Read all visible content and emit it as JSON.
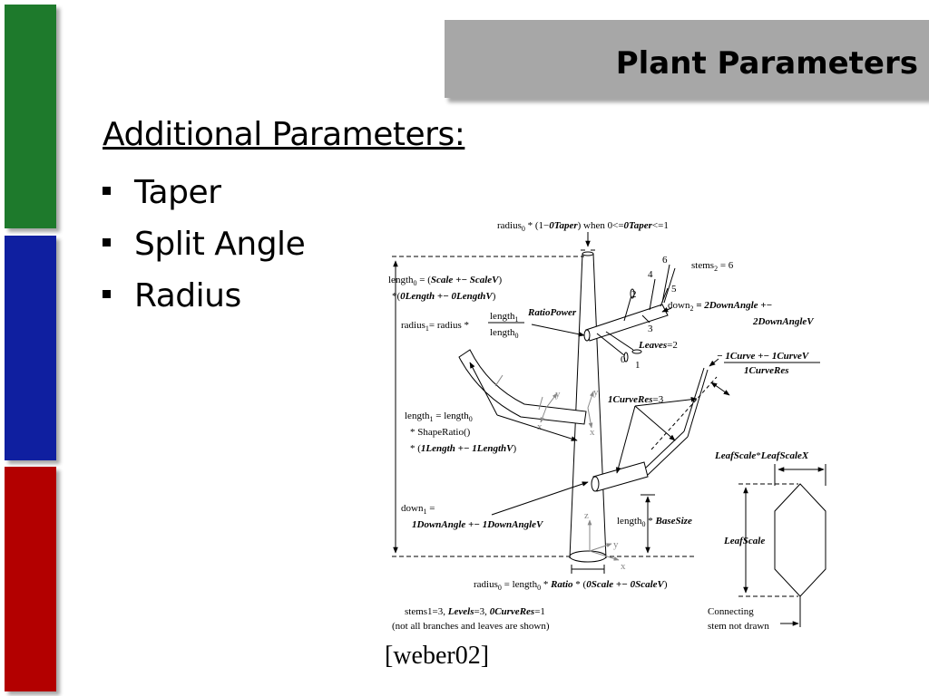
{
  "slide": {
    "title": "Plant Parameters",
    "heading": "Additional Parameters:",
    "bullets": [
      "Taper",
      "Split Angle",
      "Radius"
    ],
    "citation": "[weber02]",
    "colors": {
      "green_bar": "#1e7a2c",
      "blue_bar": "#0f1fa0",
      "red_bar": "#b30000",
      "title_box": "#a7a7a7"
    }
  },
  "diagram": {
    "labels": {
      "taper_prefix": "radius",
      "taper_sub": "0",
      "taper_mid": " * (1−",
      "taper_param": "0Taper",
      "taper_when": ") when 0<=",
      "taper_param2": "0Taper",
      "taper_end": "<=1",
      "stems2_text": "stems",
      "stems2_sub": "2",
      "stems2_val": " = 6",
      "length0_a": "length",
      "length0_sub": "0",
      "length0_eq": " = (",
      "length0_scale": "Scale +− ScaleV",
      "length0_close": ")",
      "length0_b_pre": "*(",
      "length0_b": "0Length +− 0LengthV",
      "length0_b_post": ")",
      "radius1_a": "radius",
      "radius1_sub": "1",
      "radius1_b": "= radius *",
      "frac_top": "length",
      "frac_top_sub": "1",
      "frac_bot": "length",
      "frac_bot_sub": "0",
      "ratio_power": "RatioPower",
      "down2_a": "down",
      "down2_sub": "2",
      "down2_b": " = 2DownAngle +−",
      "down2_c": "2DownAngleV",
      "leaves": "Leaves",
      "leaves_val": "=2",
      "curve_a": "− 1Curve +− 1CurveV",
      "curve_b": "1CurveRes",
      "curve_res": "1CurveRes",
      "curve_res_val": "=3",
      "length1_a": "length",
      "length1_sub1": "1",
      "length1_b": " = length",
      "length1_sub0": "0",
      "length1_c": "* ShapeRatio()",
      "length1_d_pre": "* (",
      "length1_d": "1Length +− 1LengthV",
      "length1_d_post": ")",
      "leaf_scale_top_a": "LeafScale",
      "leaf_scale_top_b": "*",
      "leaf_scale_top_c": "LeafScaleX",
      "leaf_scale": "LeafScale",
      "down1_a": "down",
      "down1_sub": "1",
      "down1_b": " =",
      "down1_c": "1DownAngle +− 1DownAngleV",
      "base_a": "length",
      "base_sub": "0",
      "base_b": " * ",
      "base_c": "BaseSize",
      "radius0_a": "radius",
      "radius0_sub": "0",
      "radius0_b": " = length",
      "radius0_sub2": "0",
      "radius0_c": " * ",
      "radius0_d": "Ratio",
      "radius0_e": " * (",
      "radius0_f": "0Scale +− 0ScaleV",
      "radius0_g": ")",
      "stems1_a": "stems1=3, ",
      "stems1_b": "Levels",
      "stems1_c": "=3, ",
      "stems1_d": "0CurveRes",
      "stems1_e": "=1",
      "note": "(not all branches and leaves are shown)",
      "connecting_a": "Connecting",
      "connecting_b": "stem not drawn",
      "num_0": "0",
      "num_1": "1",
      "num_2": "2",
      "num_3": "3",
      "num_4": "4",
      "num_5": "5",
      "num_6": "6",
      "axis_x": "x",
      "axis_y": "y",
      "axis_z": "z"
    }
  }
}
